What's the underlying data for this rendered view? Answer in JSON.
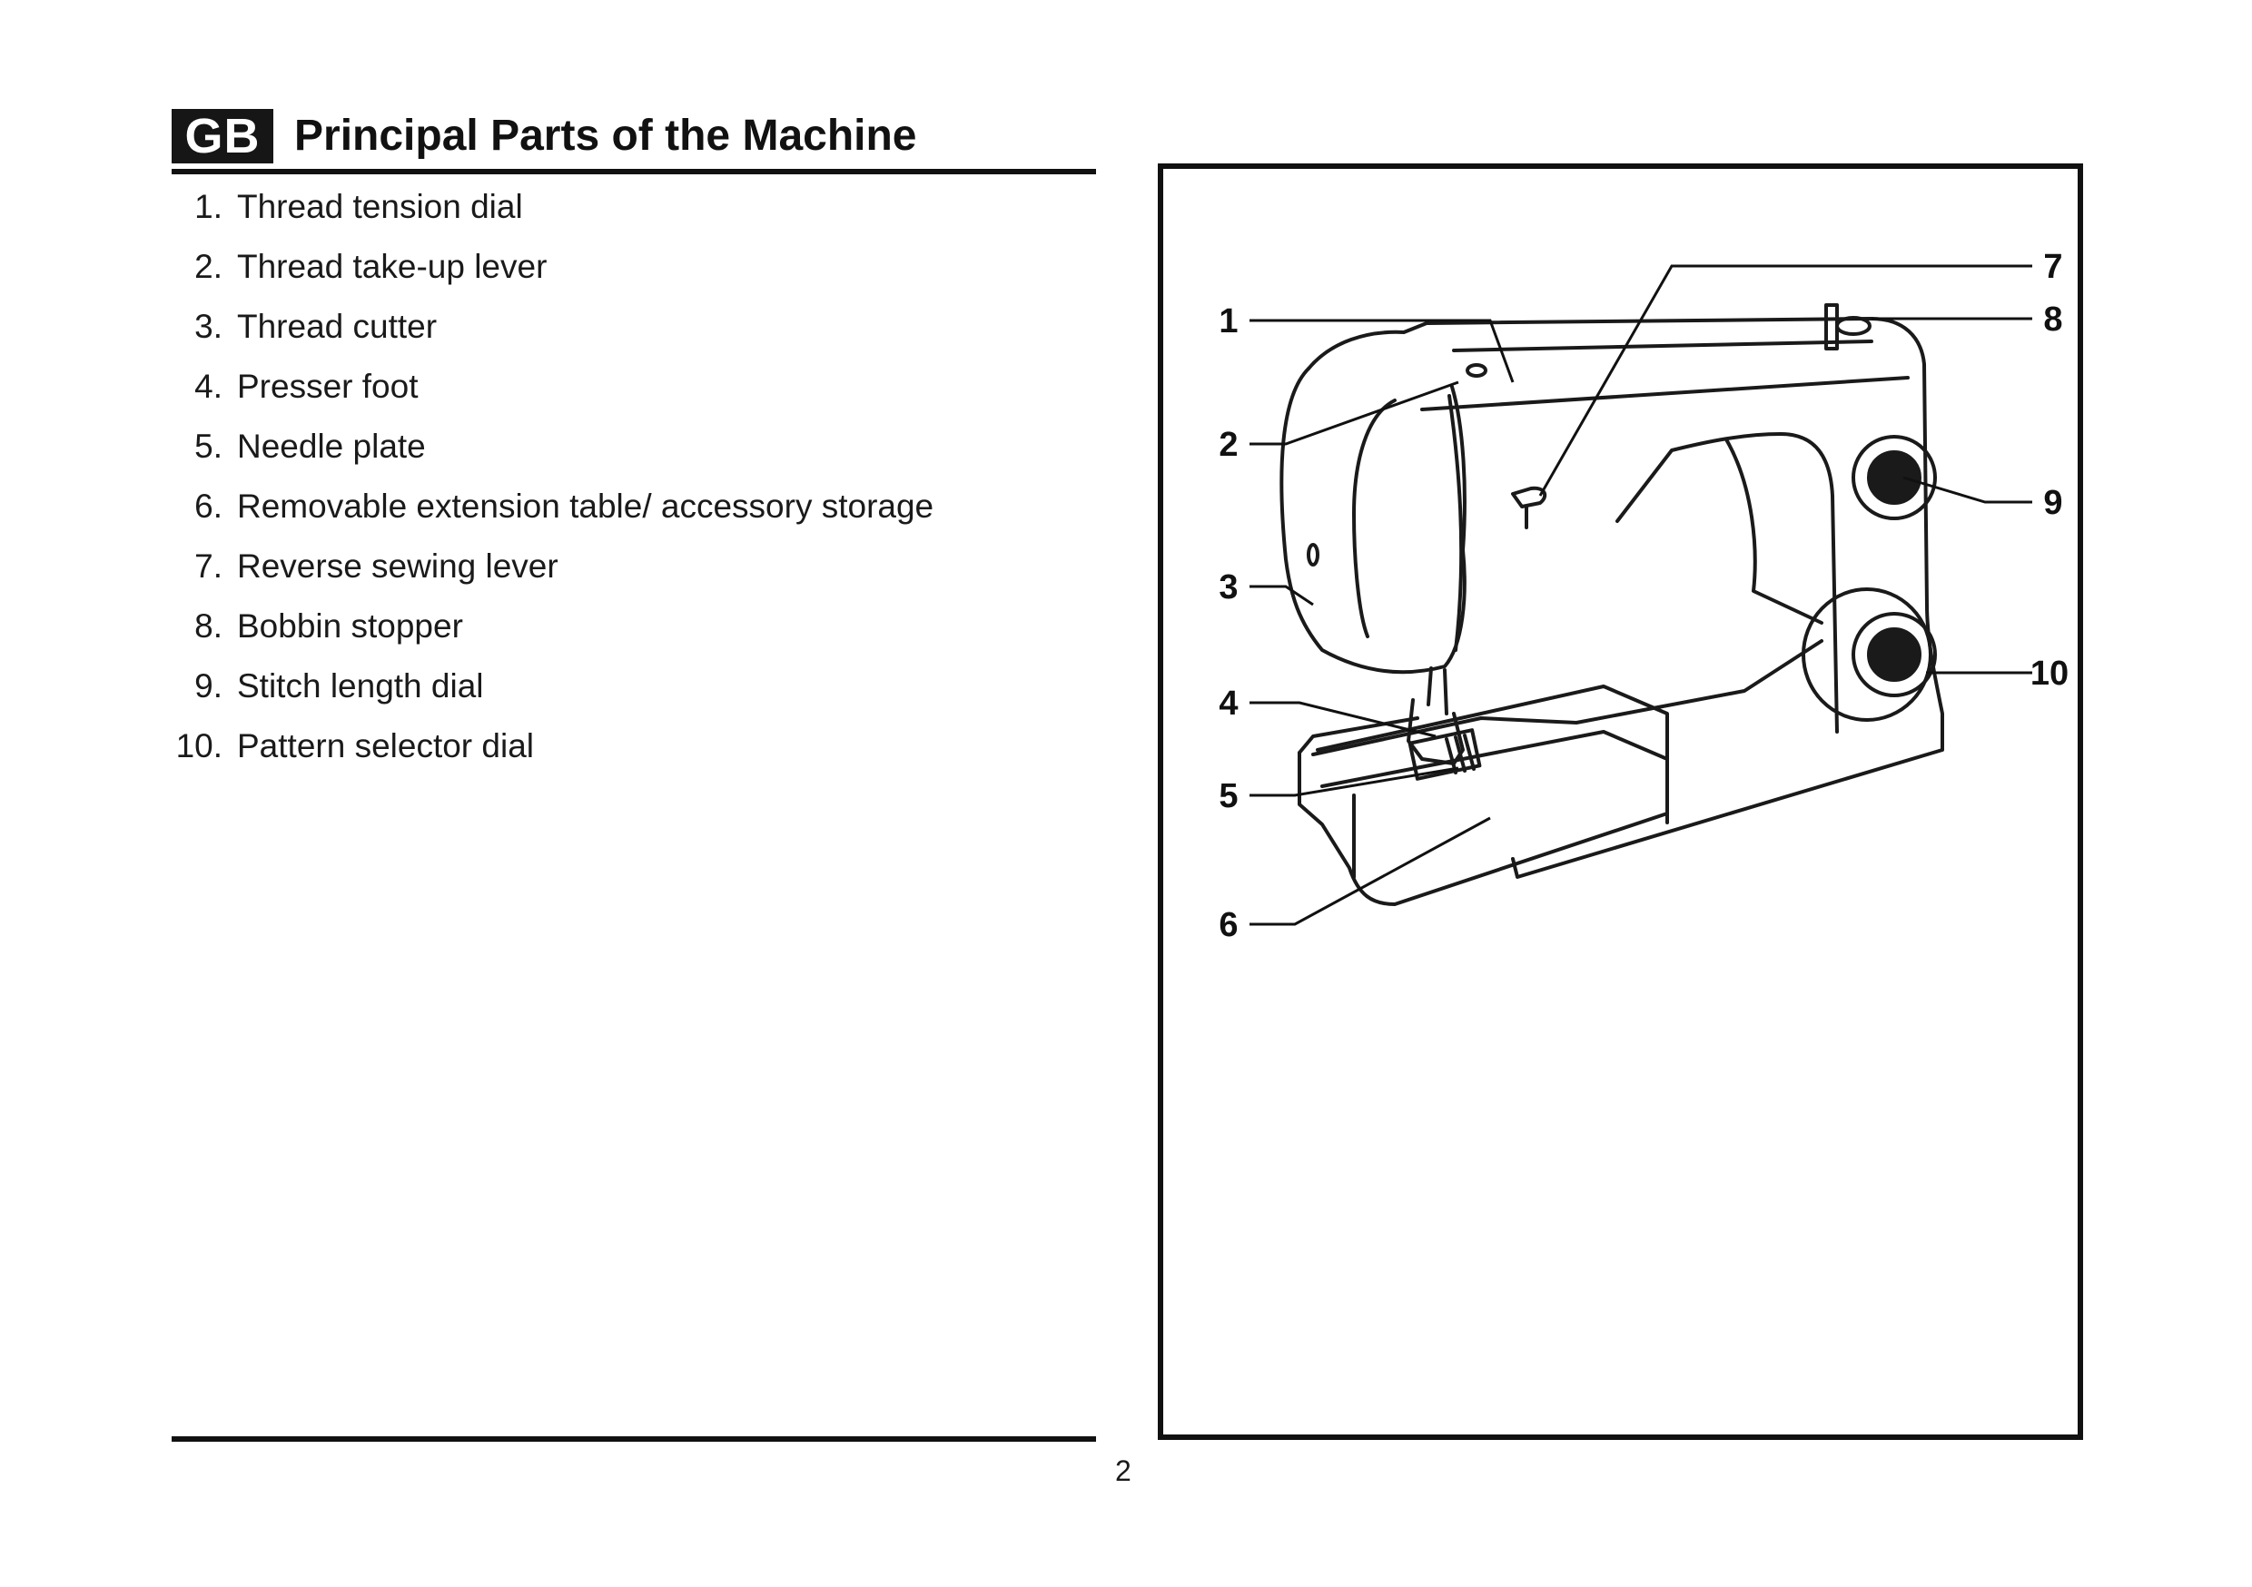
{
  "header": {
    "lang_code": "GB",
    "title": "Principal Parts of the Machine"
  },
  "parts": [
    {
      "num": "1.",
      "label": "Thread tension dial"
    },
    {
      "num": "2.",
      "label": "Thread take-up lever"
    },
    {
      "num": "3.",
      "label": "Thread cutter"
    },
    {
      "num": "4.",
      "label": "Presser foot"
    },
    {
      "num": "5.",
      "label": "Needle plate"
    },
    {
      "num": "6.",
      "label": "Removable extension table/ accessory storage"
    },
    {
      "num": "7.",
      "label": "Reverse sewing lever"
    },
    {
      "num": "8.",
      "label": "Bobbin stopper"
    },
    {
      "num": "9.",
      "label": "Stitch length dial"
    },
    {
      "num": "10.",
      "label": "Pattern selector dial"
    }
  ],
  "figure": {
    "callouts": [
      "1",
      "2",
      "3",
      "4",
      "5",
      "6",
      "7",
      "8",
      "9",
      "10"
    ]
  },
  "footer": {
    "page_number": "2"
  }
}
